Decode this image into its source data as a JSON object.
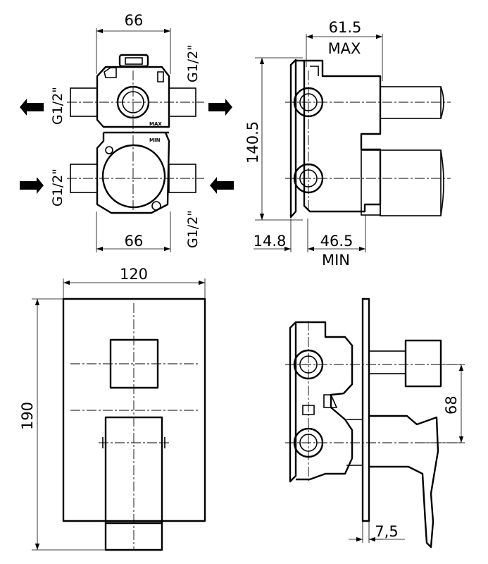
{
  "drawing": {
    "top_left_view": {
      "width_top": "66",
      "width_bottom": "66",
      "thread_top_left": "G1/2\"",
      "thread_top_right": "G1/2\"",
      "thread_bottom_left": "G1/2\"",
      "thread_bottom_right": "G1/2\"",
      "mark_max": "MAX",
      "mark_min": "MIN"
    },
    "top_right_view": {
      "depth_max": "61.5",
      "label_max": "MAX",
      "height": "140.5",
      "offset": "14.8",
      "depth_min": "46.5",
      "label_min": "MIN"
    },
    "bottom_left_view": {
      "plate_width": "120",
      "plate_height": "190"
    },
    "bottom_right_view": {
      "handle_spacing": "68",
      "plate_thickness": "7,5"
    }
  }
}
